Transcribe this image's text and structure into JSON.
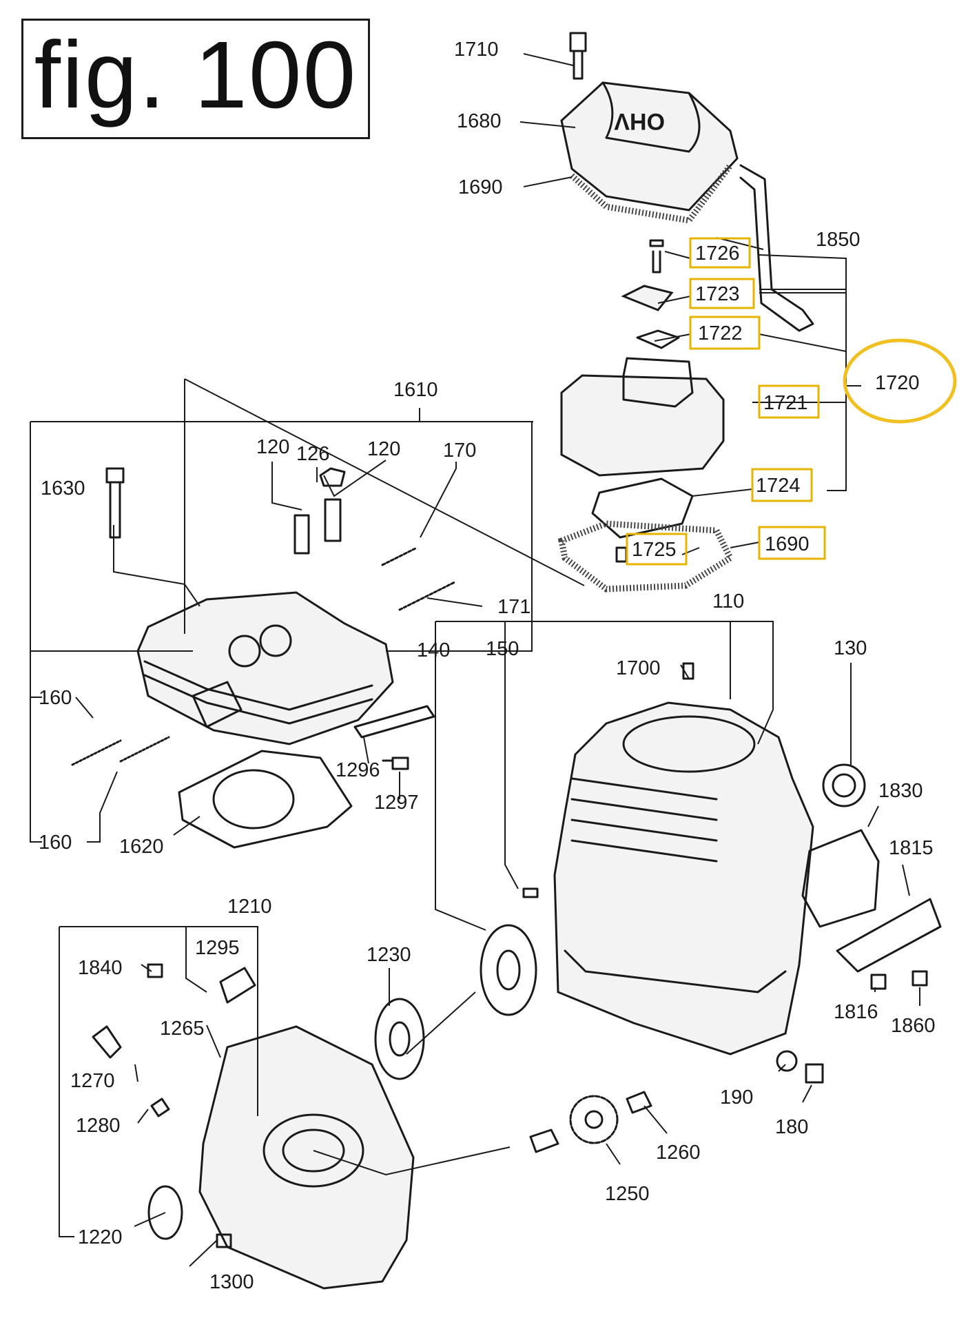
{
  "figure": {
    "title": "fig. 100",
    "highlight_color": "#e6b400"
  },
  "callouts": [
    {
      "id": "c1710",
      "text": "1710"
    },
    {
      "id": "c1680",
      "text": "1680"
    },
    {
      "id": "c1690a",
      "text": "1690"
    },
    {
      "id": "c1850",
      "text": "1850"
    },
    {
      "id": "c1726",
      "text": "1726",
      "highlighted": true
    },
    {
      "id": "c1723",
      "text": "1723",
      "highlighted": true
    },
    {
      "id": "c1722",
      "text": "1722",
      "highlighted": true
    },
    {
      "id": "c1720",
      "text": "1720",
      "circled": true
    },
    {
      "id": "c1721",
      "text": "1721",
      "highlighted": true
    },
    {
      "id": "c1724",
      "text": "1724",
      "highlighted": true
    },
    {
      "id": "c1725",
      "text": "1725",
      "highlighted": true
    },
    {
      "id": "c1690b",
      "text": "1690",
      "highlighted": true
    },
    {
      "id": "c1610",
      "text": "1610"
    },
    {
      "id": "c120a",
      "text": "120"
    },
    {
      "id": "c126",
      "text": "126"
    },
    {
      "id": "c120b",
      "text": "120"
    },
    {
      "id": "c170",
      "text": "170"
    },
    {
      "id": "c1630",
      "text": "1630"
    },
    {
      "id": "c171",
      "text": "171"
    },
    {
      "id": "c110",
      "text": "110"
    },
    {
      "id": "c140",
      "text": "140"
    },
    {
      "id": "c150",
      "text": "150"
    },
    {
      "id": "c130",
      "text": "130"
    },
    {
      "id": "c1700",
      "text": "1700"
    },
    {
      "id": "c160a",
      "text": "160"
    },
    {
      "id": "c1296",
      "text": "1296"
    },
    {
      "id": "c1297",
      "text": "1297"
    },
    {
      "id": "c160b",
      "text": "160"
    },
    {
      "id": "c1620",
      "text": "1620"
    },
    {
      "id": "c1830",
      "text": "1830"
    },
    {
      "id": "c1815",
      "text": "1815"
    },
    {
      "id": "c1210",
      "text": "1210"
    },
    {
      "id": "c1295",
      "text": "1295"
    },
    {
      "id": "c1230",
      "text": "1230"
    },
    {
      "id": "c1840",
      "text": "1840"
    },
    {
      "id": "c1265",
      "text": "1265"
    },
    {
      "id": "c1270",
      "text": "1270"
    },
    {
      "id": "c1280",
      "text": "1280"
    },
    {
      "id": "c1816",
      "text": "1816"
    },
    {
      "id": "c1860",
      "text": "1860"
    },
    {
      "id": "c190",
      "text": "190"
    },
    {
      "id": "c180",
      "text": "180"
    },
    {
      "id": "c1260",
      "text": "1260"
    },
    {
      "id": "c1250",
      "text": "1250"
    },
    {
      "id": "c1220",
      "text": "1220"
    },
    {
      "id": "c1300",
      "text": "1300"
    }
  ],
  "markings": {
    "valve_cover_text": "OHV"
  }
}
